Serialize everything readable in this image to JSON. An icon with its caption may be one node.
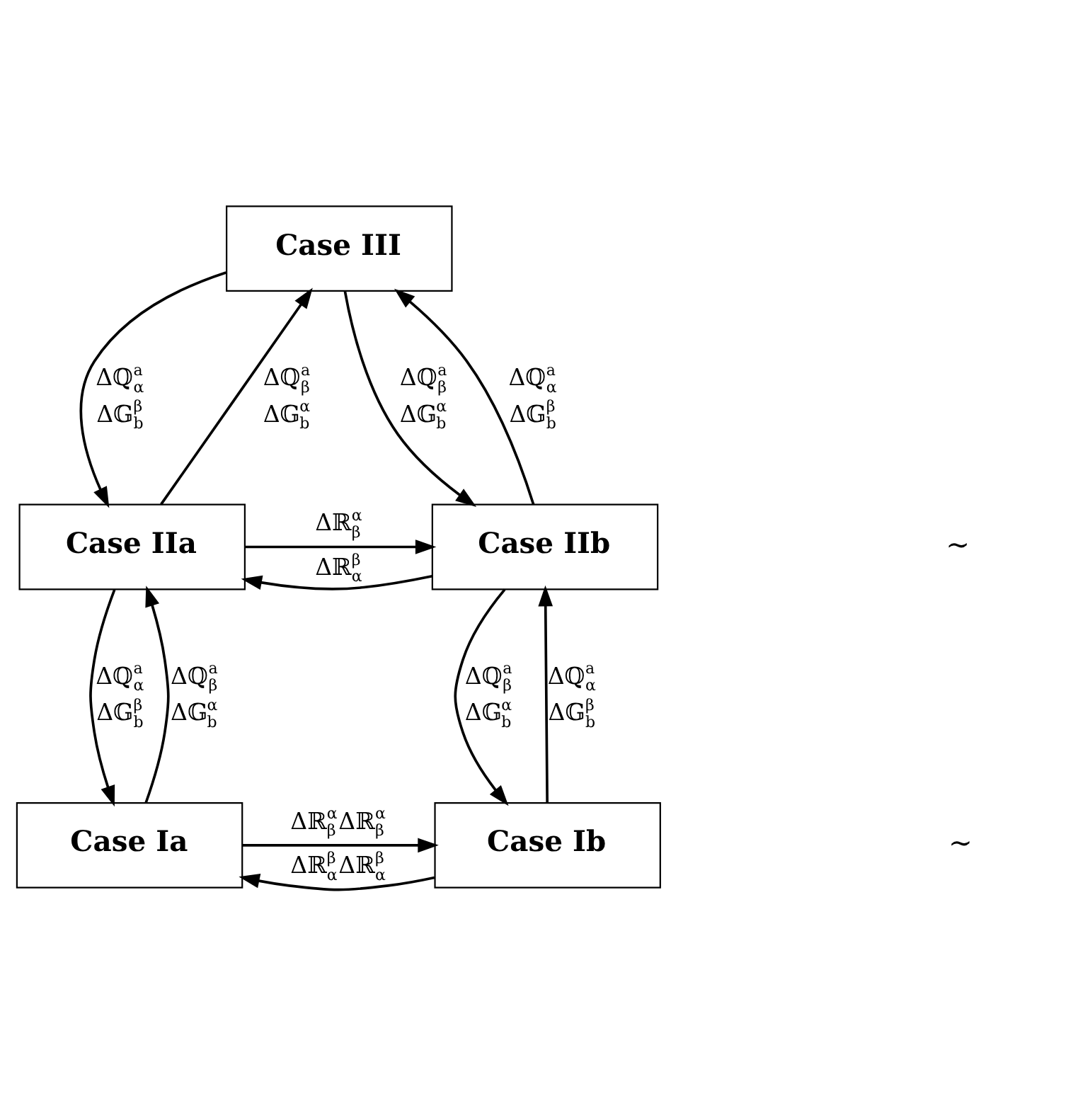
{
  "diagram": {
    "nodes": [
      {
        "text": [
          "Case III"
        ]
      },
      {
        "text": [
          "Case IIa"
        ]
      },
      {
        "text": [
          "Case IIb"
        ]
      },
      {
        "text": [
          "Case Ia"
        ]
      },
      {
        "text": [
          "Case Ib"
        ]
      }
    ],
    "edges": [
      {
        "from": 0,
        "to": 1,
        "arrow": "to",
        "label": "Δℚ$^{a}$$_{α}$ Δ𝔾$^{β}$$_{b}$"
      },
      {
        "from": 0,
        "to": 2,
        "arrow": "to",
        "label": "Δℚ$^{a}$$_{β}$ Δ𝔾$^{α}$$_{b}$"
      },
      {
        "from": 1,
        "to": 0,
        "arrow": "to",
        "label": "Δℚ$^{a}$$_{β}$ Δ𝔾$^{α}$$_{b}$"
      },
      {
        "from": 1,
        "to": 2,
        "arrow": "to",
        "label": "Δℝ$^{α}$$_{β}$"
      },
      {
        "from": 1,
        "to": 3,
        "arrow": "to",
        "label": "Δℚ$^{a}$$_{α}$ Δ𝔾$^{β}$$_{b}$"
      },
      {
        "from": 2,
        "to": 0,
        "arrow": "to",
        "label": "Δℚ$^{a}$$_{α}$ Δ𝔾$^{β}$$_{b}$"
      },
      {
        "from": 2,
        "to": 1,
        "arrow": "to",
        "label": "Δℝ$^{β}$$_{α}$"
      },
      {
        "from": 2,
        "to": 4,
        "arrow": "to",
        "label": "Δℚ$^{a}$$_{β}$ Δ𝔾$^{α}$$_{b}$"
      },
      {
        "from": 3,
        "to": 1,
        "arrow": "to",
        "label": "Δℚ$^{a}$$_{β}$ Δ𝔾$^{α}$$_{b}$"
      },
      {
        "from": 3,
        "to": 4,
        "arrow": "to",
        "label": "Δℝ$^{α}$$_{β}$Δℝ$^{α}$$_{β}$"
      },
      {
        "from": 4,
        "to": 2,
        "arrow": "to",
        "label": "Δℚ$^{a}$$_{α}$ Δ𝔾$^{β}$$_{b}$"
      },
      {
        "from": 4,
        "to": 3,
        "arrow": "to",
        "label": "Δℝ$^{β}$$_{α}$Δℝ$^{β}$$_{α}$"
      }
    ],
    "labels": [
      "∼",
      "∼"
    ]
  }
}
